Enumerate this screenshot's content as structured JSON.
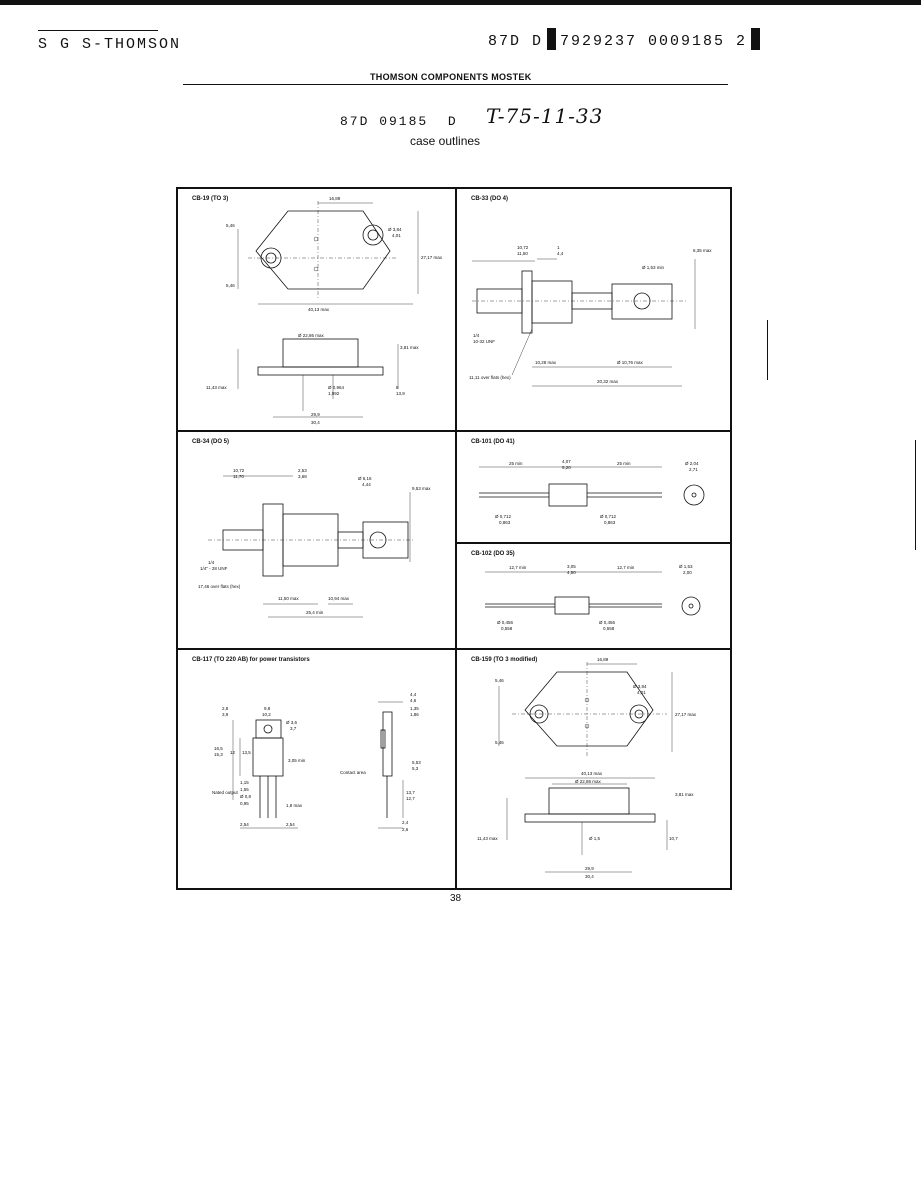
{
  "header": {
    "left": "S G S-THOMSON",
    "right_a": "87D D",
    "right_b": "7929237 0009185 2"
  },
  "company": "THOMSON COMPONENTS MOSTEK",
  "doc_number": "87D 09185",
  "doc_suffix": "D",
  "handwritten": "T-75-11-33",
  "subtitle": "case outlines",
  "page_number": "38",
  "panels": [
    {
      "title": "CB-19 (TO 3)",
      "dims": [
        "16,89",
        "5,46",
        "5,46",
        "Ø 3,84",
        "4,01",
        "27,17 max",
        "40,13 max",
        "Ø 22,86 max",
        "3,81 max",
        "11,43 max",
        "Ø 0,964",
        "1,092",
        "8",
        "13,9",
        "29,9",
        "30,4"
      ]
    },
    {
      "title": "CB-33 (DO 4)",
      "dims": [
        "10,72",
        "11,50",
        "1",
        "4,4",
        "Ø 1,53 min",
        "6,35 max",
        "1/4",
        "10-32 UNF",
        "10,28 max",
        "Ø 10,76 max",
        "11,11 over flats (hex)",
        "20,32 max"
      ]
    },
    {
      "title": "CB-34 (DO 5)",
      "dims": [
        "10,72",
        "11,70",
        "2,53",
        "3,68",
        "Ø 6,16",
        "4,44",
        "9,53 max",
        "1/4",
        "1/4\" - 28 UNF",
        "17,46 over flats (hex)",
        "11,50 max",
        "10,94 max",
        "25,4 min"
      ]
    },
    {
      "title": "CB-101 (DO 41)",
      "dims": [
        "25 min",
        "4,07",
        "5,20",
        "25 min",
        "Ø 2,04",
        "2,71",
        "Ø 0,712",
        "0,863",
        "Ø 0,712",
        "0,863"
      ]
    },
    {
      "title": "CB-102 (DO 35)",
      "dims": [
        "12,7 min",
        "3,05",
        "4,50",
        "12,7 min",
        "Ø 1,53",
        "2,00",
        "Ø 0,456",
        "0,558",
        "Ø 0,456",
        "0,558"
      ]
    },
    {
      "title": "CB-117 (TO 220 AB) for power transistors",
      "dims": [
        "2,8",
        "3,9",
        "9,8",
        "10,2",
        "Ø 3,6",
        "3,7",
        "16,5",
        "15,3",
        "12",
        "13,5",
        "3,05 min",
        "1,15",
        "1,55",
        "Ø 0,8",
        "0,95",
        "Nated output",
        "1,8 max",
        "2,54",
        "2,54",
        "4,4",
        "4,6",
        "1,35",
        "1,86",
        "Contact area",
        "5,53",
        "5,3",
        "13,7",
        "12,7",
        "2,4",
        "2,6"
      ]
    },
    {
      "title": "CB-159 (TO 3 modified)",
      "dims": [
        "16,89",
        "5,46",
        "5,46",
        "Ø 3,84",
        "4,01",
        "27,17 max",
        "40,13 max",
        "Ø 22,86 max",
        "3,81 max",
        "11,43 max",
        "Ø 1,5",
        "10,7",
        "29,9",
        "30,4"
      ]
    }
  ]
}
